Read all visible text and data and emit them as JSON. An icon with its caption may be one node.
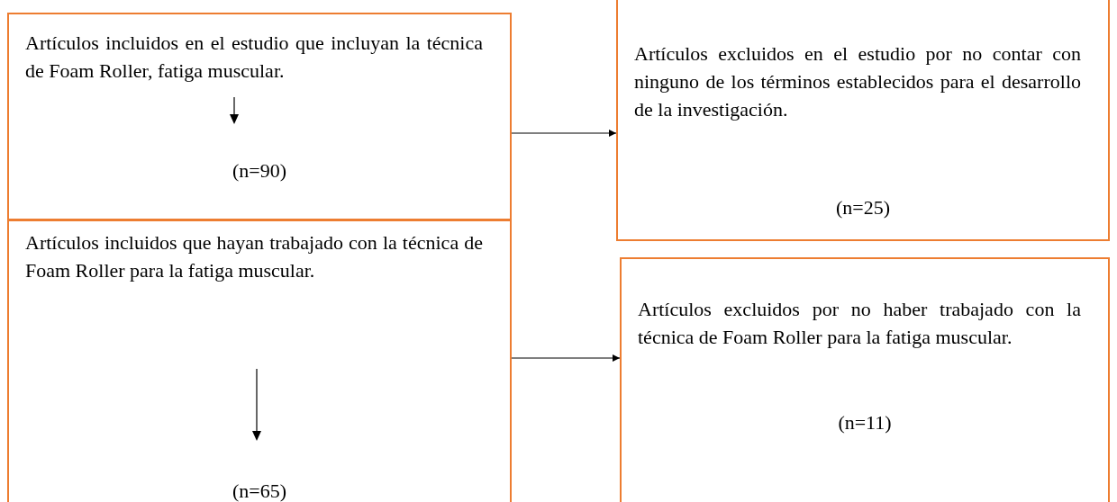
{
  "diagram": {
    "nodes": [
      {
        "text": [
          "Artículos incluidos en el estudio que incluyan la técnica de Foam Roller, fatiga muscular.",
          "(n=90)"
        ]
      },
      {
        "text": [
          "Artículos incluidos que hayan trabajado con la técnica de Foam Roller para la fatiga muscular.",
          "(n=65)"
        ]
      },
      {
        "text": [
          "Artículos excluidos en el estudio por no contar con ninguno de los términos establecidos para el desarrollo de la investigación.",
          "(n=25)"
        ]
      },
      {
        "text": [
          "Artículos excluidos por no haber trabajado con la técnica de Foam Roller para la fatiga muscular.",
          "(n=11)"
        ]
      }
    ],
    "edges": [
      {
        "from": 0,
        "to": 2,
        "arrow": "to"
      },
      {
        "from": 1,
        "to": 3,
        "arrow": "to"
      }
    ]
  }
}
